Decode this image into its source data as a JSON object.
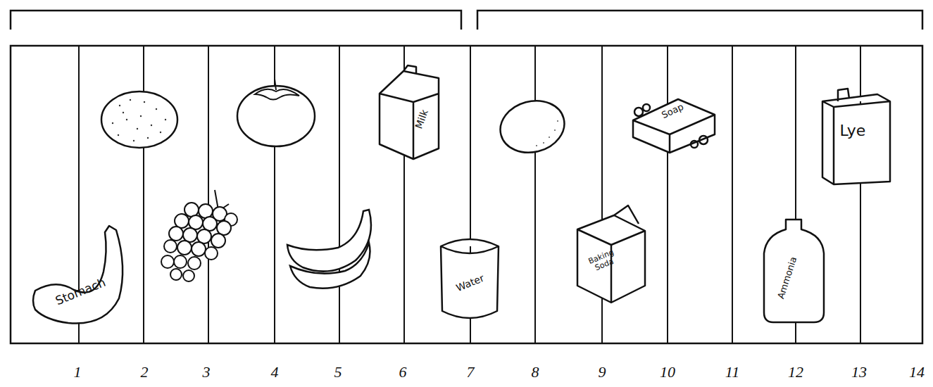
{
  "diagram": {
    "nodes": [
      {
        "text": [
          "Stomach"
        ]
      },
      {
        "text": [
          "Milk"
        ]
      },
      {
        "text": [
          "Water"
        ]
      },
      {
        "text": [
          "Baking Soda"
        ]
      },
      {
        "text": [
          "Soap"
        ]
      },
      {
        "text": [
          "Ammonia"
        ]
      },
      {
        "text": [
          "Lye"
        ]
      }
    ],
    "labels": [
      "1",
      "2",
      "3",
      "4",
      "5",
      "6",
      "7",
      "8",
      "9",
      "10",
      "11",
      "12",
      "13",
      "14"
    ]
  }
}
